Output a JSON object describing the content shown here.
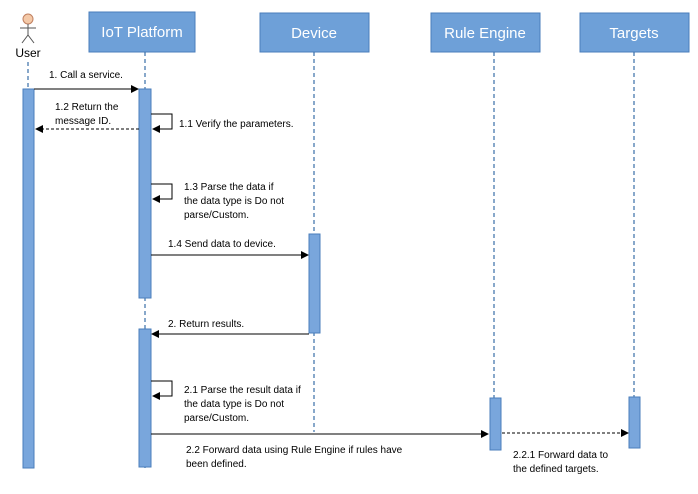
{
  "colors": {
    "box_fill": "#6ea0d8",
    "box_border": "#4a7ebb",
    "activation_fill": "#79a6dc",
    "lifeline": "#3a6ea8",
    "arrow": "#000000"
  },
  "actor": {
    "label": "User",
    "icon": "stick-figure-icon"
  },
  "participants": [
    {
      "id": "iot",
      "label": "IoT Platform"
    },
    {
      "id": "device",
      "label": "Device"
    },
    {
      "id": "rule",
      "label": "Rule Engine"
    },
    {
      "id": "targets",
      "label": "Targets"
    }
  ],
  "messages": [
    {
      "id": "m1",
      "lines": [
        "1. Call a service."
      ],
      "style": "solid"
    },
    {
      "id": "m12",
      "lines": [
        "1.2 Return the",
        "message ID."
      ],
      "style": "dashed"
    },
    {
      "id": "m11",
      "lines": [
        "1.1 Verify the parameters."
      ],
      "style": "self"
    },
    {
      "id": "m13",
      "lines": [
        "1.3 Parse the data if",
        "the data type is Do not",
        "parse/Custom."
      ],
      "style": "self"
    },
    {
      "id": "m14",
      "lines": [
        "1.4 Send data to device."
      ],
      "style": "solid"
    },
    {
      "id": "m2",
      "lines": [
        "2. Return results."
      ],
      "style": "solid"
    },
    {
      "id": "m21",
      "lines": [
        "2.1 Parse the result data if",
        "the data type is Do not",
        "parse/Custom."
      ],
      "style": "self"
    },
    {
      "id": "m22",
      "lines": [
        "2.2 Forward data using Rule Engine if rules have",
        "been defined."
      ],
      "style": "solid"
    },
    {
      "id": "m221",
      "lines": [
        "2.2.1 Forward data to",
        "the defined targets."
      ],
      "style": "solid"
    }
  ]
}
